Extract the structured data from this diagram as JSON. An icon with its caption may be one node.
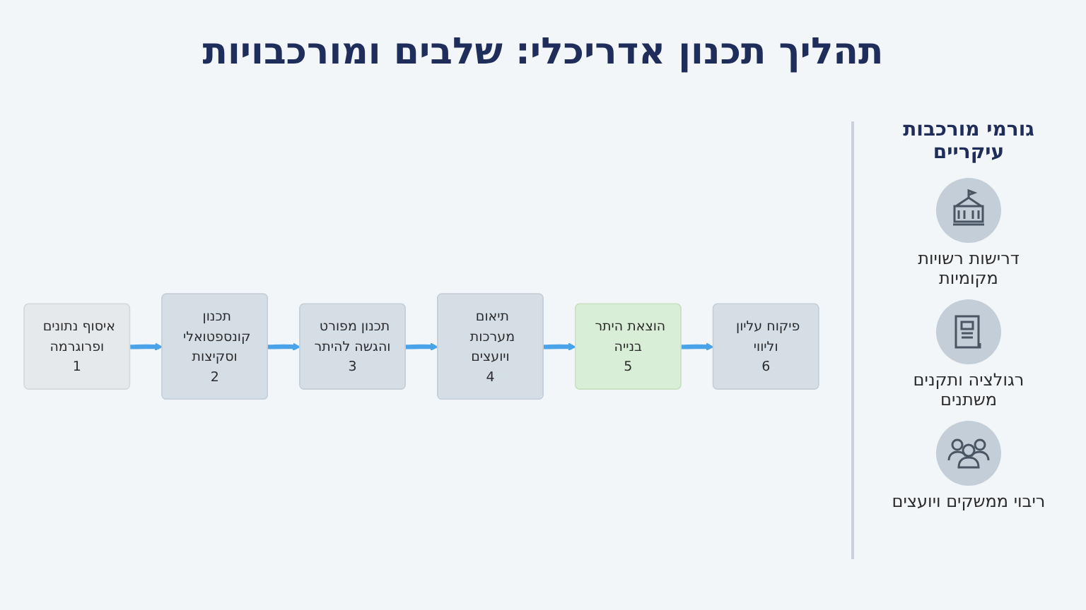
{
  "diagram": {
    "title": "תהליך תכנון אדריכלי: שלבים ומורכבויות",
    "nodes": [
      {
        "text": [
          "איסוף נתונים ופרוגרמה",
          "1"
        ]
      },
      {
        "text": [
          "תכנון קונספטואלי וסקיצות",
          "2"
        ]
      },
      {
        "text": [
          "תכנון מפורט והגשה להיתר",
          "3"
        ]
      },
      {
        "text": [
          "תיאום מערכות ויועצים",
          "4"
        ]
      },
      {
        "text": [
          "הוצאת היתר בנייה",
          "5"
        ]
      },
      {
        "text": [
          "פיקוח עליון וליווי",
          "6"
        ]
      }
    ],
    "edges": [
      {
        "from": 0,
        "to": 1,
        "arrow": "to"
      },
      {
        "from": 1,
        "to": 2,
        "arrow": "to"
      },
      {
        "from": 2,
        "to": 3,
        "arrow": "to"
      },
      {
        "from": 3,
        "to": 4,
        "arrow": "to"
      },
      {
        "from": 4,
        "to": 5,
        "arrow": "to"
      }
    ],
    "labels": [
      "גורמי מורכבות עיקריים",
      "דרישות רשויות מקומיות",
      "רגולציה ותקנים משתנים",
      "ריבוי ממשקים ויועצים"
    ]
  }
}
